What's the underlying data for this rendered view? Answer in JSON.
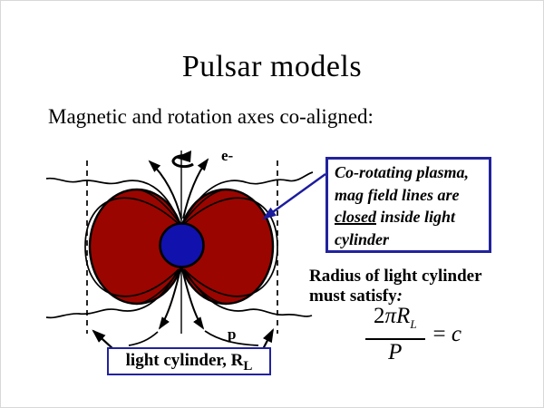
{
  "slide": {
    "title": "Pulsar models",
    "subtitle": "Magnetic and rotation axes co-aligned:"
  },
  "callout": {
    "line1": "Co-rotating plasma,",
    "line2": "mag field lines are",
    "line3_underline": "closed",
    "line3_rest": " inside light",
    "line4": "cylinder"
  },
  "radius_note": {
    "line1": "Radius of light cylinder",
    "line2": "must satisfy",
    "colon": ":"
  },
  "formula": {
    "coefficient": "2",
    "pi": "π",
    "radius_symbol": "R",
    "radius_subscript": "L",
    "denominator": "P",
    "equals_sign": "=",
    "speed_of_light": "c"
  },
  "diagram": {
    "electron_label": "e-",
    "proton_label": "p",
    "light_cylinder_label_text": "light cylinder, R",
    "light_cylinder_label_subscript": "L",
    "colors": {
      "lobe_red": "#9a0500",
      "star_blue": "#1111ad",
      "box_border_blue": "#22229e",
      "pointer_arrow_blue": "#1c1c9e",
      "line_black": "#000000"
    }
  }
}
